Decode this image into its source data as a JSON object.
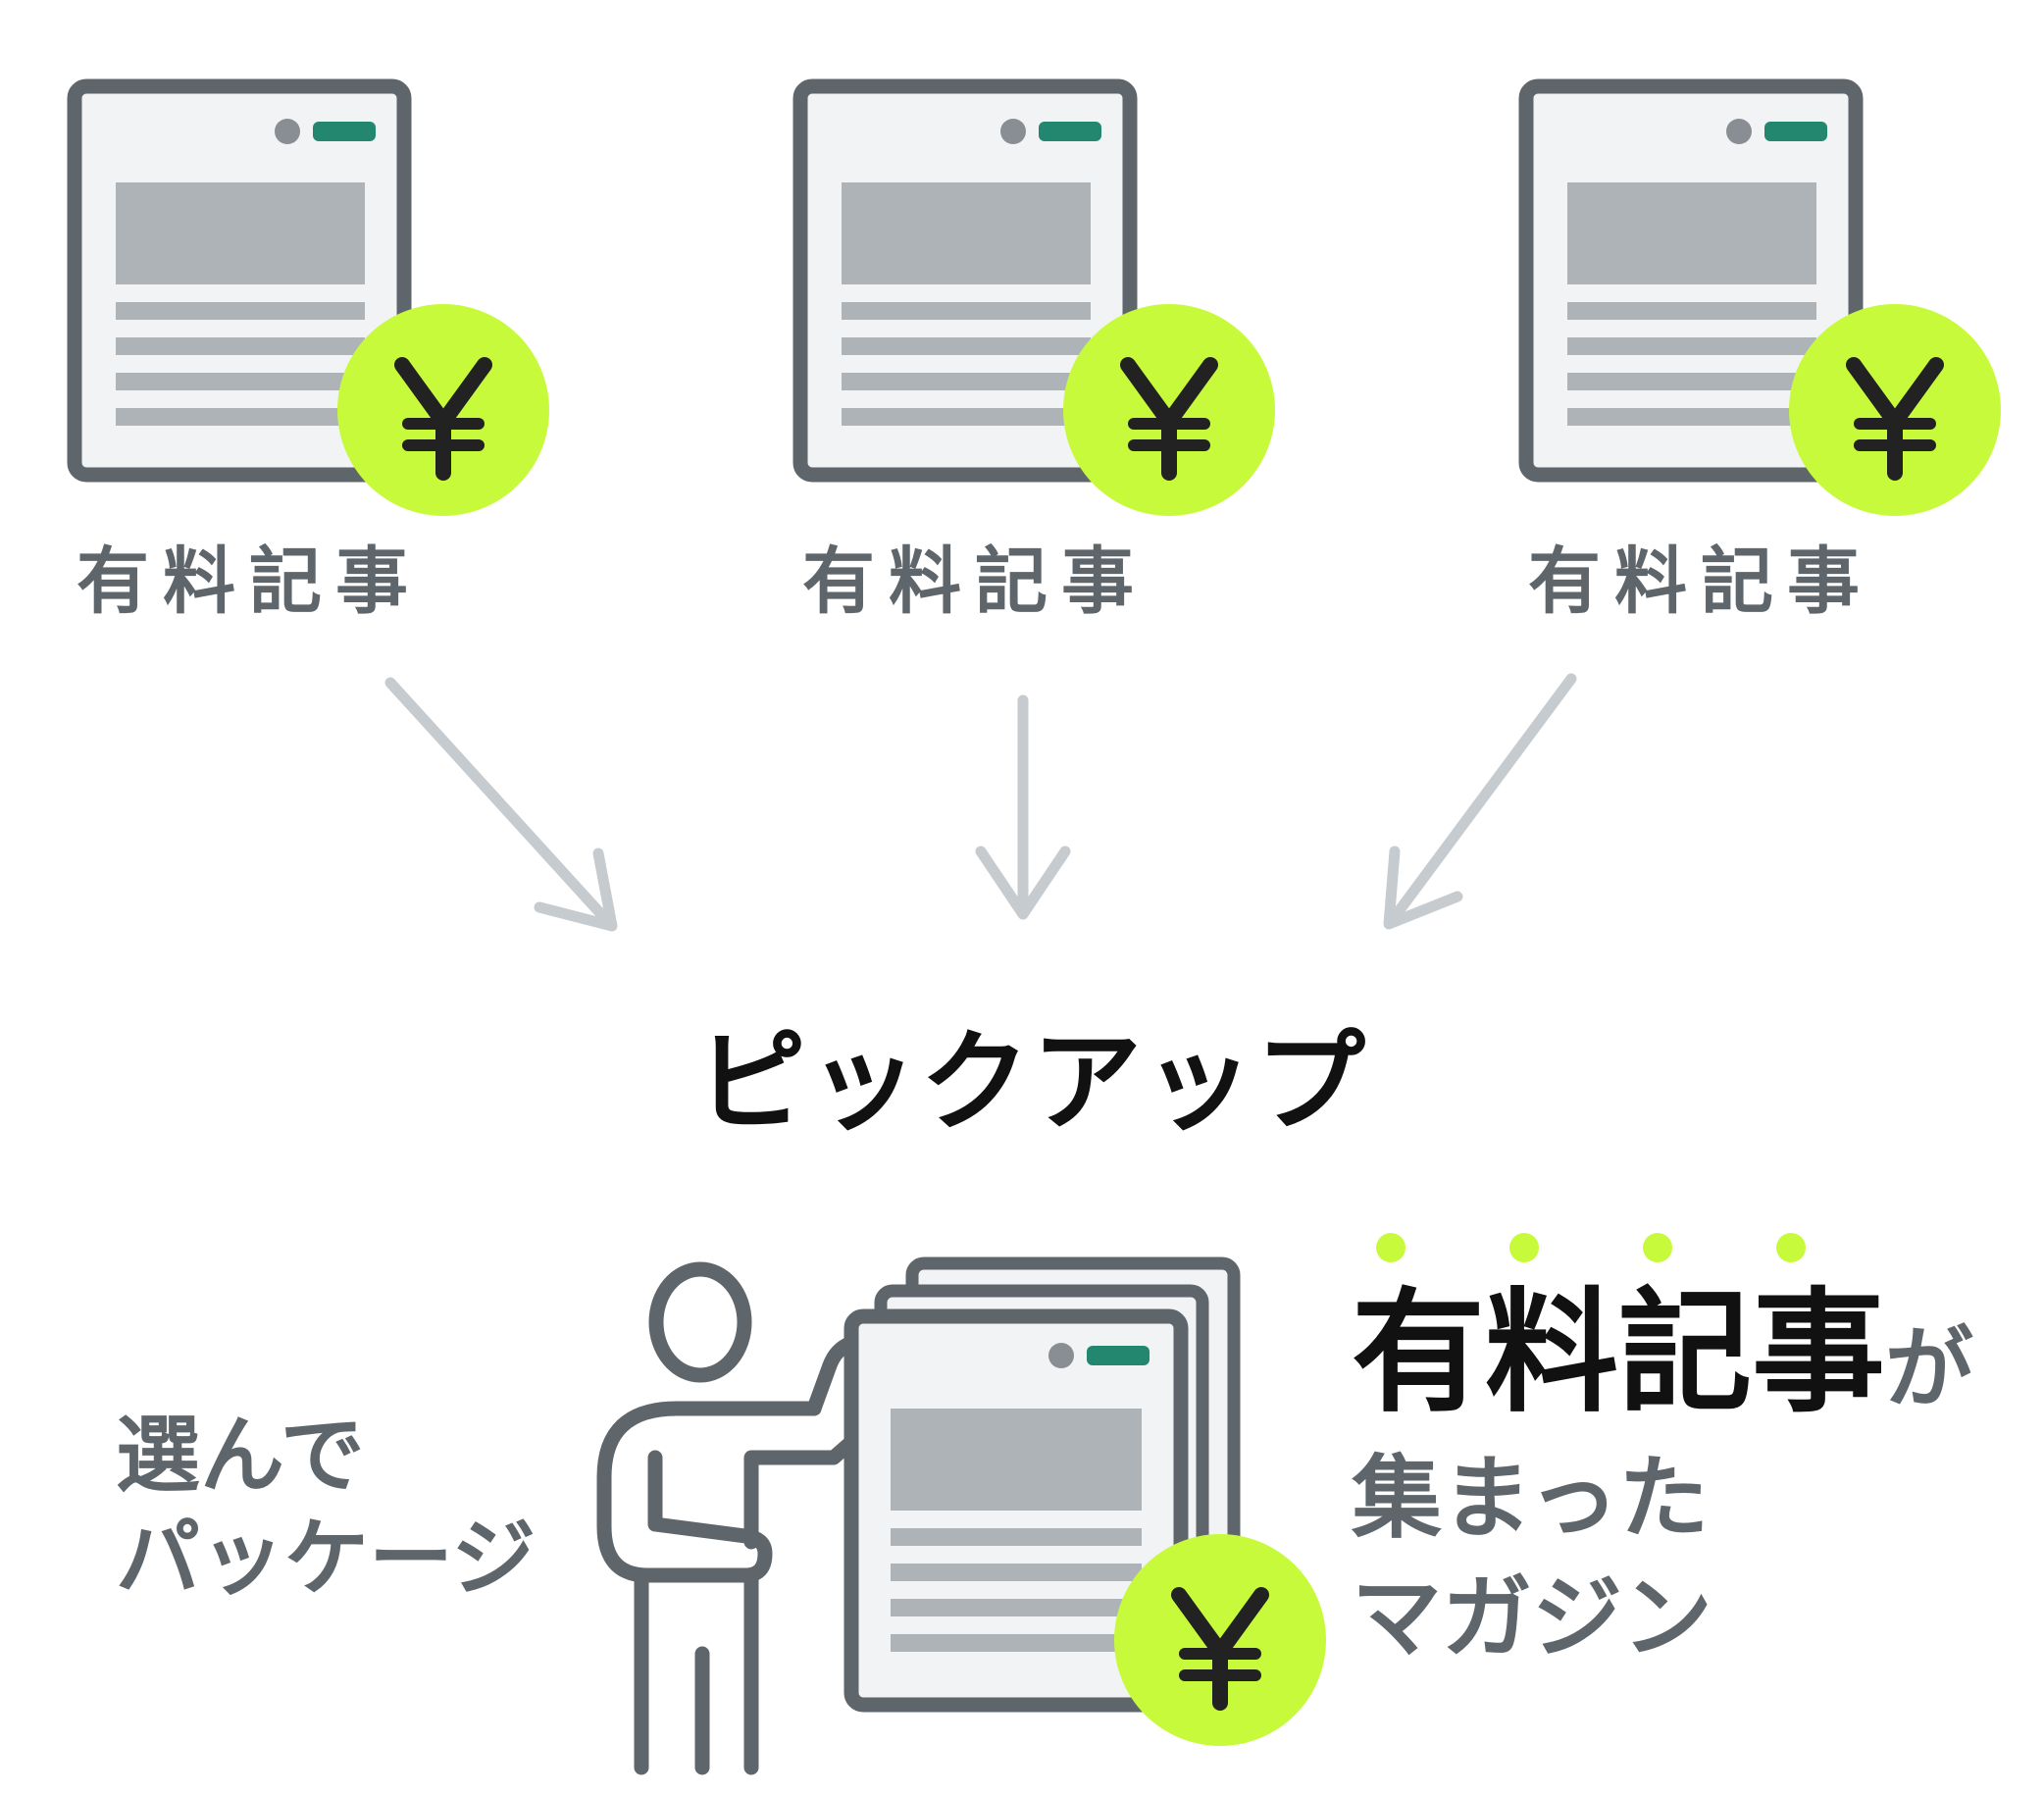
{
  "colors": {
    "outline": "#5f666b",
    "block": "#aeb3b8",
    "arrow": "#c6cbcf",
    "accent_green": "#22876e",
    "coin_lime": "#c8fa3c",
    "dot_gray": "#888e93",
    "text_dark": "#111111",
    "text_gray": "#5f666b"
  },
  "icons": {
    "document": "document-icon",
    "coin": "yen-coin-icon",
    "person": "person-icon"
  },
  "articles": [
    {
      "label": "有料記事",
      "coin_glyph": "¥"
    },
    {
      "label": "有料記事",
      "coin_glyph": "¥"
    },
    {
      "label": "有料記事",
      "coin_glyph": "¥"
    }
  ],
  "pickup_label": "ピックアップ",
  "left_caption": {
    "line1": "選んで",
    "line2": "パッケージ"
  },
  "right_caption": {
    "emphasis": "有料記事",
    "particle": "が",
    "line2": "集まった",
    "line3": "マガジン"
  },
  "magazine": {
    "coin_glyph": "¥"
  }
}
